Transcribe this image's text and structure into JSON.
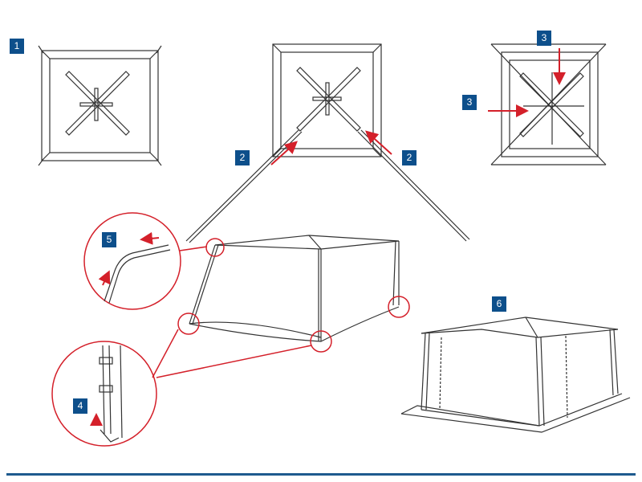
{
  "steps": {
    "s1": "1",
    "s2a": "2",
    "s2b": "2",
    "s3a": "3",
    "s3b": "3",
    "s4": "4",
    "s5": "5",
    "s6": "6"
  },
  "colors": {
    "badge": "#0d4f8b",
    "arrow": "#d4202a",
    "line": "#333333",
    "rule": "#1e5a8e"
  }
}
